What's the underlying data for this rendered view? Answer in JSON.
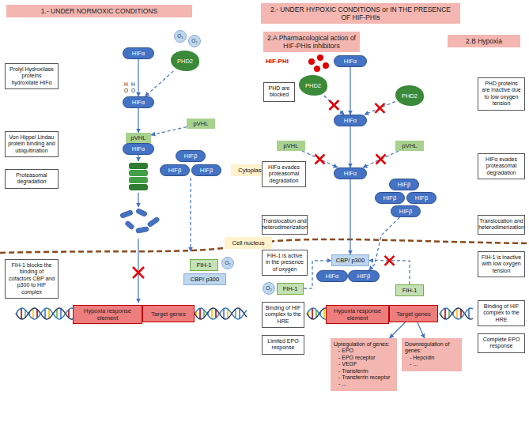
{
  "diagram": {
    "nodes": [
      {
        "text": [
          "1.- UNDER NORMOXIC CONDITIONS"
        ]
      },
      {
        "text": [
          "2.- UNDER HYPOXIC CONDITIONS or IN THE PRESENCE OF HIF-PHIs"
        ]
      },
      {
        "text": [
          "2.A Pharmacological action of HIF-PHIs inhibitors"
        ]
      },
      {
        "text": [
          "2.B Hypoxia"
        ]
      },
      {
        "text": [
          "HIFα"
        ]
      },
      {
        "text": [
          "O₂"
        ]
      },
      {
        "text": [
          "O₂"
        ]
      },
      {
        "text": [
          "PHD2"
        ]
      },
      {
        "text": [
          "Prolyl Hydroxilase proteins hydroxilate HIFα"
        ]
      },
      {
        "text": [
          "HIFα"
        ]
      },
      {
        "text": [
          "pVHL"
        ]
      },
      {
        "text": [
          "Von Hippel Lindau protein binding and ubiquitination"
        ]
      },
      {
        "text": [
          "pVHL"
        ]
      },
      {
        "text": [
          "HIFα"
        ]
      },
      {
        "text": [
          "HIFβ"
        ]
      },
      {
        "text": [
          "HIFβ"
        ]
      },
      {
        "text": [
          "HIFβ"
        ]
      },
      {
        "text": [
          "Proteasomal degradation"
        ]
      },
      {
        "text": [
          "Cytoplasm"
        ]
      },
      {
        "text": [
          "Cell nucleus"
        ]
      },
      {
        "text": [
          "FIH-1 blocks the binding of cofactors CBP and p300 to HIF complex"
        ]
      },
      {
        "text": [
          "FIH-1"
        ]
      },
      {
        "text": [
          "O₂"
        ]
      },
      {
        "text": [
          "CBP/ p300"
        ]
      },
      {
        "text": [
          "Hypoxia response element"
        ]
      },
      {
        "text": [
          "Target genes"
        ]
      },
      {
        "text": [
          "HIFα"
        ]
      },
      {
        "text": [
          "PHD are blocked"
        ]
      },
      {
        "text": [
          "PHD proteins are inactive due to low oxygen tension"
        ]
      },
      {
        "text": [
          "PHD2"
        ]
      },
      {
        "text": [
          "PHD2"
        ]
      },
      {
        "text": [
          "HIFα"
        ]
      },
      {
        "text": [
          "pVHL"
        ]
      },
      {
        "text": [
          "pVHL"
        ]
      },
      {
        "text": [
          "HIFα evades proteasomal degradation"
        ]
      },
      {
        "text": [
          "HIFα evades proteasomal degradation"
        ]
      },
      {
        "text": [
          "HIFα"
        ]
      },
      {
        "text": [
          "HIFβ"
        ]
      },
      {
        "text": [
          "HIFβ"
        ]
      },
      {
        "text": [
          "HIFβ"
        ]
      },
      {
        "text": [
          "HIFβ"
        ]
      },
      {
        "text": [
          "Translocation and heterodimerization"
        ]
      },
      {
        "text": [
          "Translocation and heterodimerization"
        ]
      },
      {
        "text": [
          "CBP/ p300"
        ]
      },
      {
        "text": [
          "HIFα"
        ]
      },
      {
        "text": [
          "HIFβ"
        ]
      },
      {
        "text": [
          "FIH-1 is active in the presence of oxygen"
        ]
      },
      {
        "text": [
          "FIH-1 is inactive with low oxygen tension"
        ]
      },
      {
        "text": [
          "O₂"
        ]
      },
      {
        "text": [
          "FIH-1"
        ]
      },
      {
        "text": [
          "FIH-1"
        ]
      },
      {
        "text": [
          "Binding of HIF complex to the HRE"
        ]
      },
      {
        "text": [
          "Hypoxia response element"
        ]
      },
      {
        "text": [
          "Target genes"
        ]
      },
      {
        "text": [
          "Binding of HIF complex to the HRE"
        ]
      },
      {
        "text": [
          "Limited EPO response"
        ]
      },
      {
        "text": [
          "Upregulation of genes:",
          "- EPO",
          "- EPO receptor",
          "- VEGF",
          "- Transferrin",
          "- Transferrin receptor",
          "- ..."
        ]
      },
      {
        "text": [
          "Downregulation of genes:",
          "- Hepcidin",
          "- ..."
        ]
      },
      {
        "text": [
          "Complete EPO response"
        ]
      }
    ],
    "edges": [
      {
        "from": 4,
        "to": 9,
        "arrow": "to"
      },
      {
        "from": 7,
        "to": 9,
        "arrow": "to"
      },
      {
        "from": 9,
        "to": 12,
        "arrow": "to"
      },
      {
        "from": 10,
        "to": 12,
        "arrow": "to"
      },
      {
        "from": 26,
        "to": 31,
        "arrow": "to"
      },
      {
        "from": 29,
        "to": 31,
        "arrow": "to"
      },
      {
        "from": 30,
        "to": 31,
        "arrow": "to"
      },
      {
        "from": 31,
        "to": 36,
        "arrow": "to"
      },
      {
        "from": 32,
        "to": 36,
        "arrow": "to"
      },
      {
        "from": 33,
        "to": 36,
        "arrow": "to"
      },
      {
        "from": 36,
        "to": 43,
        "arrow": "to"
      },
      {
        "from": 40,
        "to": 45,
        "arrow": "to"
      },
      {
        "from": 49,
        "to": 43,
        "arrow": "to"
      },
      {
        "from": 50,
        "to": 43,
        "arrow": "to"
      },
      {
        "from": 53,
        "to": 56,
        "arrow": "to"
      },
      {
        "from": 53,
        "to": 57,
        "arrow": "to"
      }
    ],
    "labels": [
      "HIF-PHI",
      "H",
      "O",
      "H",
      "O"
    ]
  }
}
